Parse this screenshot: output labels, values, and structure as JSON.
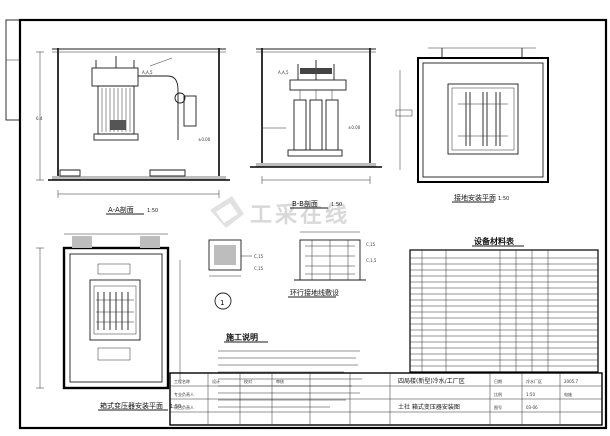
{
  "watermark": {
    "main": "工采在线",
    "icon": "company-logo-icon"
  },
  "views": {
    "section_a": {
      "title": "A-A剖面",
      "scale": "1:50",
      "dims": [
        "A,A,5",
        "±0.00",
        "6.4"
      ]
    },
    "section_b": {
      "title": "B-B剖面",
      "scale": "1:50",
      "dims": [
        "A,A,5",
        "±0.00"
      ]
    },
    "grounding": {
      "title": "接地安装平面",
      "scale": "1:50"
    },
    "tray": {
      "title": "环行接地线敷设",
      "labels": [
        "C,15",
        "C,1,5"
      ]
    },
    "detail_1": {
      "label": "1",
      "dims": [
        "C,15",
        "C,15"
      ]
    },
    "transformer_plan": {
      "title": "箱式变压器安装平面",
      "scale": "1:50"
    }
  },
  "notes": {
    "title": "施工说明"
  },
  "materials": {
    "title": "设备材料表"
  },
  "title_block": {
    "project": "四局楼(新型)冷水/工厂区",
    "drawing_title": "土社 箱式变压器安装图",
    "labels": [
      "工程名称",
      "设计",
      "校对",
      "审核",
      "专业负责人",
      "项目负责人",
      "日期",
      "比例",
      "图号"
    ],
    "values": [
      "冷水厂区",
      "2005.7",
      "1:50",
      "电施",
      "03-06"
    ]
  }
}
